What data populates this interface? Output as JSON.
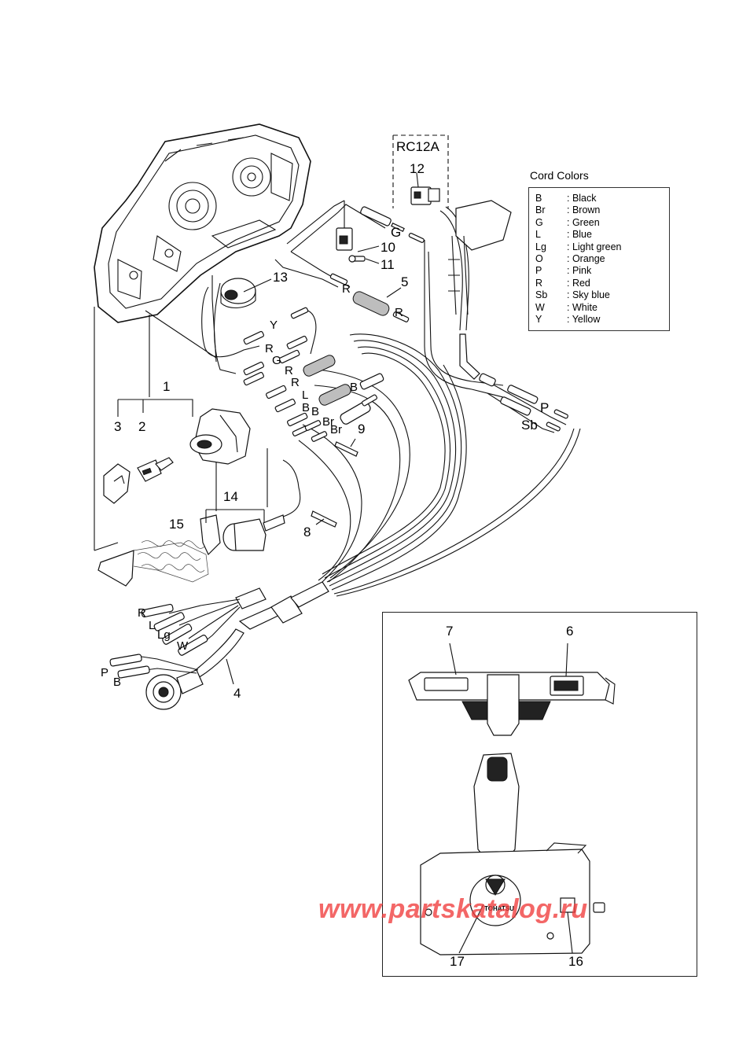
{
  "legend": {
    "title": "Cord Colors",
    "entries": [
      {
        "code": "B",
        "name": ": Black"
      },
      {
        "code": "Br",
        "name": ": Brown"
      },
      {
        "code": "G",
        "name": ": Green"
      },
      {
        "code": "L",
        "name": ": Blue"
      },
      {
        "code": "Lg",
        "name": ": Light green"
      },
      {
        "code": "O",
        "name": ": Orange"
      },
      {
        "code": "P",
        "name": ": Pink"
      },
      {
        "code": "R",
        "name": ": Red"
      },
      {
        "code": "Sb",
        "name": ": Sky blue"
      },
      {
        "code": "W",
        "name": ": White"
      },
      {
        "code": "Y",
        "name": ": Yellow"
      }
    ]
  },
  "option_group_label": "RC12A",
  "callouts": {
    "c1": "1",
    "c2": "2",
    "c3": "3",
    "c4": "4",
    "c5": "5",
    "c6": "6",
    "c7": "7",
    "c8": "8",
    "c9": "9",
    "c10": "10",
    "c11": "11",
    "c12": "12",
    "c13": "13",
    "c14": "14",
    "c15": "15",
    "c16": "16",
    "c17": "17"
  },
  "wire_labels": {
    "y1": "Y",
    "r1": "R",
    "g1": "G",
    "r2": "R",
    "r3": "R",
    "l1": "L",
    "b1": "B",
    "b2": "B",
    "br1": "Br",
    "br2": "Br",
    "b3": "B",
    "r4": "R",
    "r5": "R",
    "g2": "G",
    "p1": "P",
    "sb1": "Sb",
    "r6": "R",
    "l2": "L",
    "lg1": "Lg",
    "w1": "W",
    "p2": "P",
    "b4": "B"
  },
  "brand_logo_text": "TOHATSU",
  "watermark": "www.partskatalog.ru"
}
